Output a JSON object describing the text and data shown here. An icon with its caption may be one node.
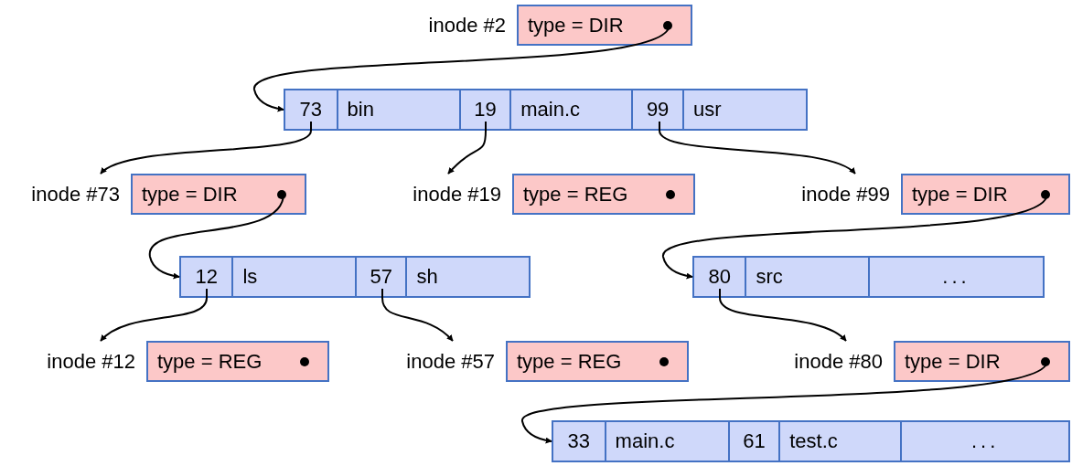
{
  "diagram": {
    "nodes": [
      {
        "text": [
          "type = DIR"
        ],
        "beside": [
          "inode #2"
        ]
      },
      {
        "text": [],
        "shape": "box"
      },
      {
        "text": [
          "73"
        ],
        "in": 1
      },
      {
        "text": [
          "bin"
        ],
        "in": 1
      },
      {
        "text": [
          "19"
        ],
        "in": 1
      },
      {
        "text": [
          "main.c"
        ],
        "in": 1
      },
      {
        "text": [
          "99"
        ],
        "in": 1
      },
      {
        "text": [
          "usr"
        ],
        "in": 1
      },
      {
        "text": [
          "type = DIR"
        ],
        "beside": [
          "inode #73"
        ]
      },
      {
        "text": [
          "type = REG"
        ],
        "beside": [
          "inode #19"
        ]
      },
      {
        "text": [
          "type = DIR"
        ],
        "beside": [
          "inode #99"
        ]
      },
      {
        "text": [],
        "shape": "box"
      },
      {
        "text": [
          "12"
        ],
        "in": 11
      },
      {
        "text": [
          "ls"
        ],
        "in": 11
      },
      {
        "text": [
          "57"
        ],
        "in": 11
      },
      {
        "text": [
          "sh"
        ],
        "in": 11
      },
      {
        "text": [],
        "shape": "box"
      },
      {
        "text": [
          "80"
        ],
        "in": 16
      },
      {
        "text": [
          "src"
        ],
        "in": 16
      },
      {
        "text": [
          "..."
        ],
        "in": 16
      },
      {
        "text": [
          "type = REG"
        ],
        "beside": [
          "inode #12"
        ]
      },
      {
        "text": [
          "type = REG"
        ],
        "beside": [
          "inode #57"
        ]
      },
      {
        "text": [
          "type = DIR"
        ],
        "beside": [
          "inode #80"
        ]
      },
      {
        "text": [],
        "shape": "box"
      },
      {
        "text": [
          "33"
        ],
        "in": 23
      },
      {
        "text": [
          "main.c"
        ],
        "in": 23
      },
      {
        "text": [
          "61"
        ],
        "in": 23
      },
      {
        "text": [
          "test.c"
        ],
        "in": 23
      },
      {
        "text": [
          "..."
        ],
        "in": 23
      }
    ],
    "edges": [
      {
        "from": 0,
        "to": 1,
        "arrow": "to"
      },
      {
        "from": 2,
        "to": 8,
        "arrow": "to"
      },
      {
        "from": 4,
        "to": 9,
        "arrow": "to"
      },
      {
        "from": 6,
        "to": 10,
        "arrow": "to"
      },
      {
        "from": 8,
        "to": 11,
        "arrow": "to"
      },
      {
        "from": 10,
        "to": 16,
        "arrow": "to"
      },
      {
        "from": 12,
        "to": 20,
        "arrow": "to"
      },
      {
        "from": 14,
        "to": 21,
        "arrow": "to"
      },
      {
        "from": 17,
        "to": 22,
        "arrow": "to"
      },
      {
        "from": 22,
        "to": 23,
        "arrow": "to"
      }
    ]
  }
}
